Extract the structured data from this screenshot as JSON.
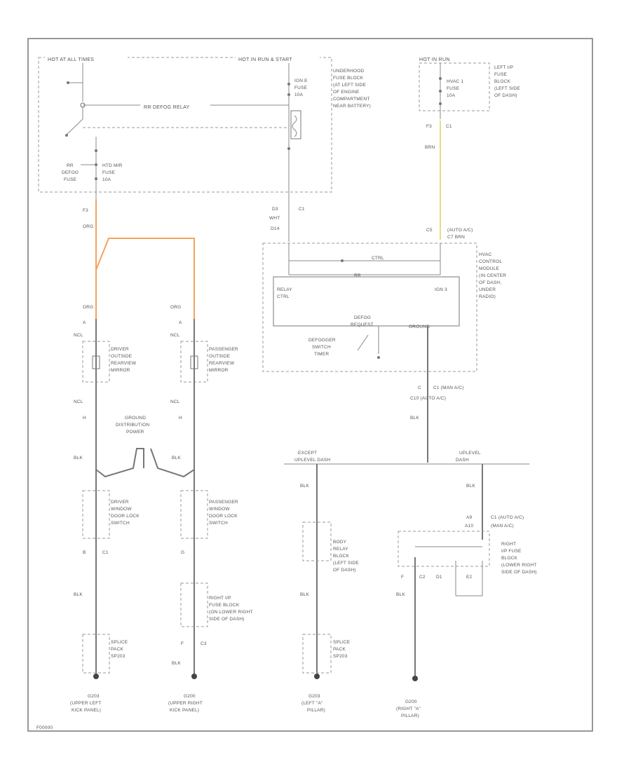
{
  "diagram": {
    "hot_at_all_times": "HOT AT ALL TIMES",
    "hot_in_run_start": "HOT IN RUN & START",
    "hot_in_run": "HOT IN RUN",
    "rr_defog_relay": "RR DEFOG RELAY",
    "underhood_fuse_block": [
      "UNDERHOOD",
      "FUSE BLOCK",
      "(AT LEFT SIDE",
      "OF ENGINE",
      "COMPARTMENT",
      "NEAR BATTERY)"
    ],
    "ign_fuse": [
      "IGN E",
      "FUSE",
      "10A"
    ],
    "htd_mir_fuse": [
      "HTD MIR",
      "FUSE",
      "10A"
    ],
    "rr_defog_fuse": [
      "RR",
      "DEFOG",
      "FUSE"
    ],
    "hvac_fuse": [
      "HVAC 1",
      "FUSE",
      "10A"
    ],
    "left_ip_fuse_block": [
      "LEFT I/P",
      "FUSE",
      "BLOCK",
      "(LEFT SIDE",
      "OF DASH)"
    ],
    "f3": "F3",
    "c1": "C1",
    "org": "ORG",
    "brn": "BRN",
    "d3": "D3",
    "wht": "WHT",
    "d14": "D14",
    "c5": "C5",
    "auto_ac": "(AUTO A/C)",
    "c7_brn": "C7 BRN",
    "hvac_module": [
      "HVAC",
      "CONTROL",
      "MODULE",
      "(IN CENTER",
      "OF DASH,",
      "UNDER",
      "RADIO)"
    ],
    "ctrl": "CTRL",
    "rr": "RR",
    "relay_ctrl": [
      "RELAY",
      "CTRL"
    ],
    "ign3": "IGN 3",
    "defog_request": [
      "DEFOG",
      "REQUEST"
    ],
    "ground": "GROUND",
    "defogger_switch_timer": [
      "DEFOGGER",
      "SWITCH",
      "TIMER"
    ],
    "driver_mirror": [
      "DRIVER",
      "OUTSIDE",
      "REARVIEW",
      "MIRROR"
    ],
    "passenger_mirror": [
      "PASSENGER",
      "OUTSIDE",
      "REARVIEW",
      "MIRROR"
    ],
    "ncl": "NCL",
    "a": "A",
    "b": "B",
    "h": "H",
    "blk": "BLK",
    "ground_distribution": [
      "GROUND",
      "DISTRIBUTION",
      "POWER"
    ],
    "driver_door_lock": [
      "DRIVER",
      "WINDOW",
      "DOOR LOCK",
      "SWITCH"
    ],
    "passenger_door_lock": [
      "PASSENGER",
      "WINDOW",
      "DOOR LOCK",
      "SWITCH"
    ],
    "c1_man": "C1 (MAN A/C)",
    "c10_auto": "C10 (AUTO A/C)",
    "except_uplevel": [
      "EXCEPT",
      "UPLEVEL DASH"
    ],
    "uplevel_dash": [
      "UPLEVEL",
      "DASH"
    ],
    "body_relay_block": [
      "BODY",
      "RELAY",
      "BLOCK",
      "(LEFT SIDE",
      "OF DASH)"
    ],
    "right_ip_fuse_block": [
      "RIGHT I/P",
      "FUSE BLOCK",
      "(ON LOWER RIGHT",
      "SIDE OF DASH)"
    ],
    "right_ip_fuse_block_2": [
      "RIGHT",
      "I/P FUSE",
      "BLOCK",
      "(LOWER RIGHT",
      "SIDE OF DASH)"
    ],
    "splice_pack_sp203": [
      "SPLICE",
      "PACK",
      "SP203"
    ],
    "splice_pack_sp203b": [
      "SPLICE",
      "PACK",
      "SP203"
    ],
    "g203_left": [
      "G203",
      "(UPPER LEFT",
      "KICK PANEL)"
    ],
    "g203_right": [
      "G200",
      "(UPPER RIGHT",
      "KICK PANEL)"
    ],
    "g203_a_left": [
      "G203",
      "(LEFT \"A\"",
      "PILLAR)"
    ],
    "g200_a_right": [
      "G200",
      "(RIGHT \"A\"",
      "PILLAR)"
    ],
    "c3": "C3",
    "f": "F",
    "c2": "C2",
    "e2": "E2",
    "d1": "D1",
    "a9": "A9",
    "a10": "A10",
    "c1_auto": "C1 (AUTO A/C)",
    "c1_man_ac": "(MAN A/C)",
    "g": "G",
    "figure_id": "F00000"
  }
}
